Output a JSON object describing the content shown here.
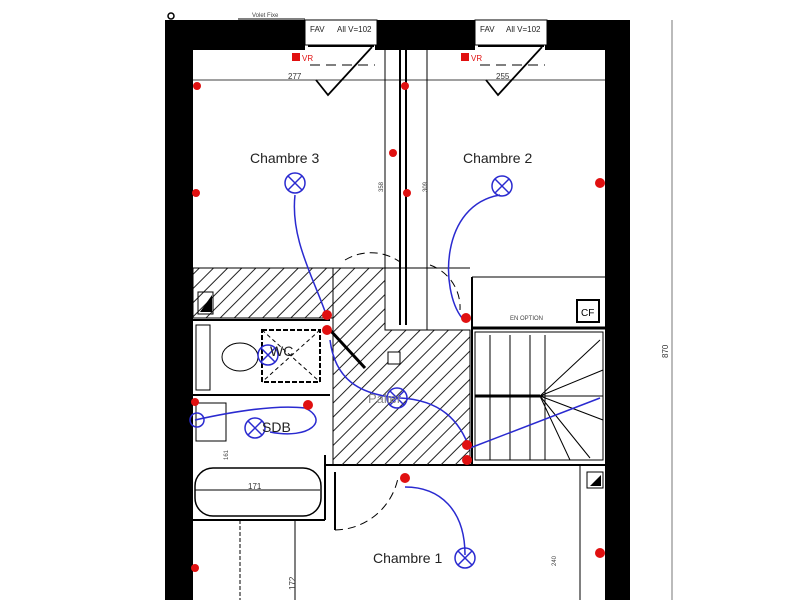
{
  "rooms": {
    "chambre3": "Chambre 3",
    "chambre2": "Chambre 2",
    "chambre1": "Chambre 1",
    "wc": "WC",
    "sdb": "SDB",
    "palier": "Palier"
  },
  "windows": {
    "volet_fixe": "Volet Fixe",
    "w1_type": "FAV",
    "w1_dim": "All V=102",
    "w2_type": "FAV",
    "w2_dim": "All V=102",
    "vr1": "VR",
    "vr2": "VR"
  },
  "dimensions": {
    "width_ch3": "277",
    "width_ch2": "255",
    "d358": "358",
    "d309": "309",
    "total_height": "870",
    "bath": "171",
    "sdb_side": "161",
    "d172": "172",
    "d240": "240"
  },
  "labels": {
    "en_option": "EN OPTION",
    "cf": "CF"
  },
  "colors": {
    "wall": "#000000",
    "electrical_wiring": "#2a2ad0",
    "electrical_outlet": "#e01010"
  }
}
